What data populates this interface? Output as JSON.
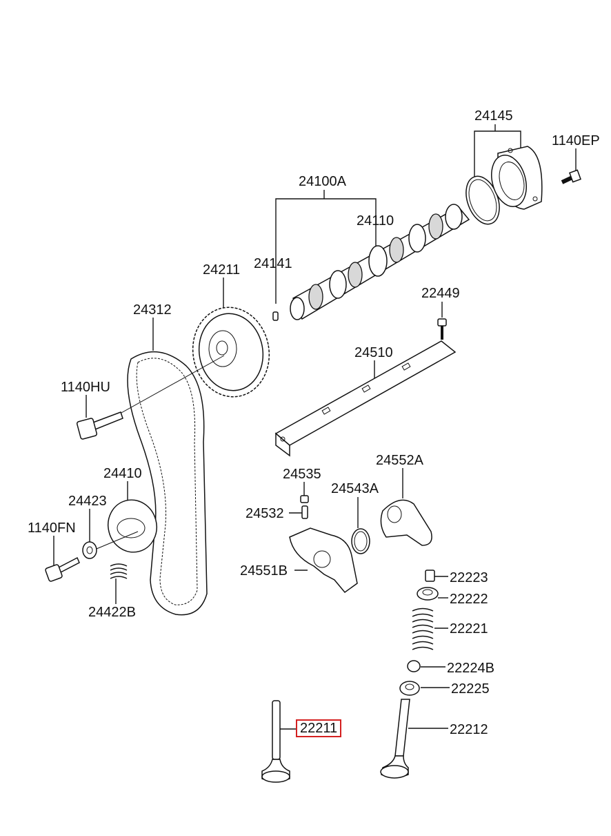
{
  "diagram": {
    "highlight_color": "#d42020",
    "parts": [
      {
        "id": "24145",
        "label": "24145"
      },
      {
        "id": "1140EP",
        "label": "1140EP"
      },
      {
        "id": "24100A",
        "label": "24100A"
      },
      {
        "id": "24110",
        "label": "24110"
      },
      {
        "id": "24141",
        "label": "24141"
      },
      {
        "id": "24211",
        "label": "24211"
      },
      {
        "id": "24312",
        "label": "24312"
      },
      {
        "id": "22449",
        "label": "22449"
      },
      {
        "id": "24510",
        "label": "24510"
      },
      {
        "id": "1140HU",
        "label": "1140HU"
      },
      {
        "id": "24410",
        "label": "24410"
      },
      {
        "id": "24423",
        "label": "24423"
      },
      {
        "id": "1140FN",
        "label": "1140FN"
      },
      {
        "id": "24422B",
        "label": "24422B"
      },
      {
        "id": "24535",
        "label": "24535"
      },
      {
        "id": "24552A",
        "label": "24552A"
      },
      {
        "id": "24543A",
        "label": "24543A"
      },
      {
        "id": "24532",
        "label": "24532"
      },
      {
        "id": "24551B",
        "label": "24551B"
      },
      {
        "id": "22223",
        "label": "22223"
      },
      {
        "id": "22222",
        "label": "22222"
      },
      {
        "id": "22221",
        "label": "22221"
      },
      {
        "id": "22224B",
        "label": "22224B"
      },
      {
        "id": "22225",
        "label": "22225"
      },
      {
        "id": "22211",
        "label": "22211",
        "highlighted": true
      },
      {
        "id": "22212",
        "label": "22212"
      }
    ]
  }
}
